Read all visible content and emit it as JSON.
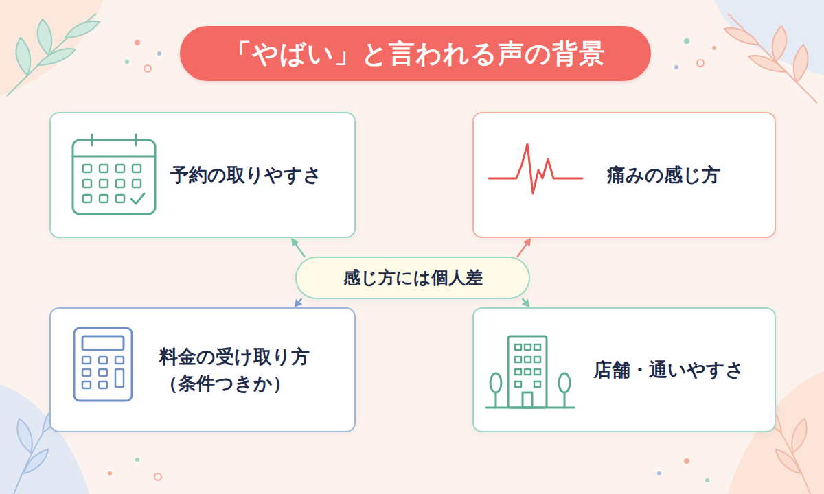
{
  "diagram": {
    "title": "「やばい」と言われる声の背景",
    "nodes": [
      {
        "text": [
          "予約の取りやすさ"
        ]
      },
      {
        "text": [
          "痛みの感じ方"
        ]
      },
      {
        "text": [
          "感じ方には個人差"
        ]
      },
      {
        "text": [
          "料金の受け取り方 （条件つきか）"
        ]
      },
      {
        "text": [
          "店舗・通いやすさ"
        ]
      }
    ],
    "edges": [
      {
        "from": 2,
        "to": 0,
        "arrow": "to"
      },
      {
        "from": 2,
        "to": 1,
        "arrow": "to"
      },
      {
        "from": 2,
        "to": 3,
        "arrow": "to"
      },
      {
        "from": 2,
        "to": 4,
        "arrow": "to"
      }
    ]
  }
}
